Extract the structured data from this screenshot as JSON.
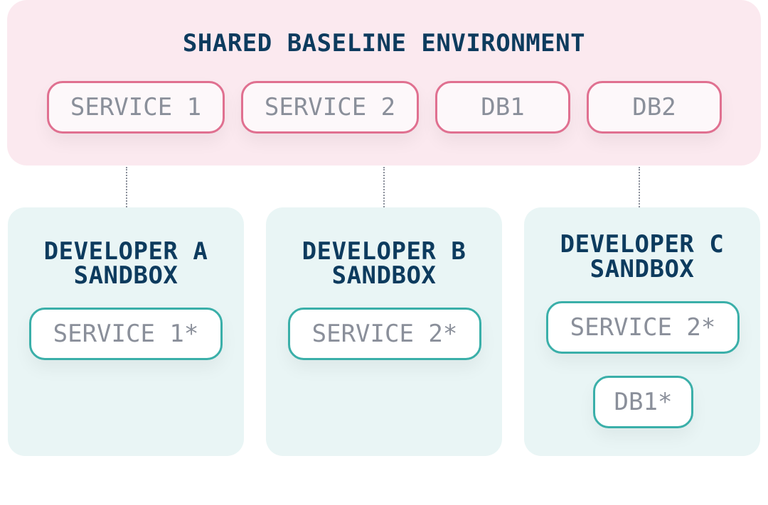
{
  "shared": {
    "title": "SHARED BASELINE ENVIRONMENT",
    "components": [
      "SERVICE 1",
      "SERVICE 2",
      "DB1",
      "DB2"
    ]
  },
  "sandboxes": [
    {
      "title_line1": "DEVELOPER A",
      "title_line2": "SANDBOX",
      "components": [
        "SERVICE 1*"
      ]
    },
    {
      "title_line1": "DEVELOPER B",
      "title_line2": "SANDBOX",
      "components": [
        "SERVICE 2*"
      ]
    },
    {
      "title_line1": "DEVELOPER C",
      "title_line2": "SANDBOX",
      "components": [
        "SERVICE 2*",
        "DB1*"
      ]
    }
  ],
  "colors": {
    "shared_border": "#e07090",
    "sandbox_border": "#3aafa9",
    "title": "#0d3b5e"
  }
}
